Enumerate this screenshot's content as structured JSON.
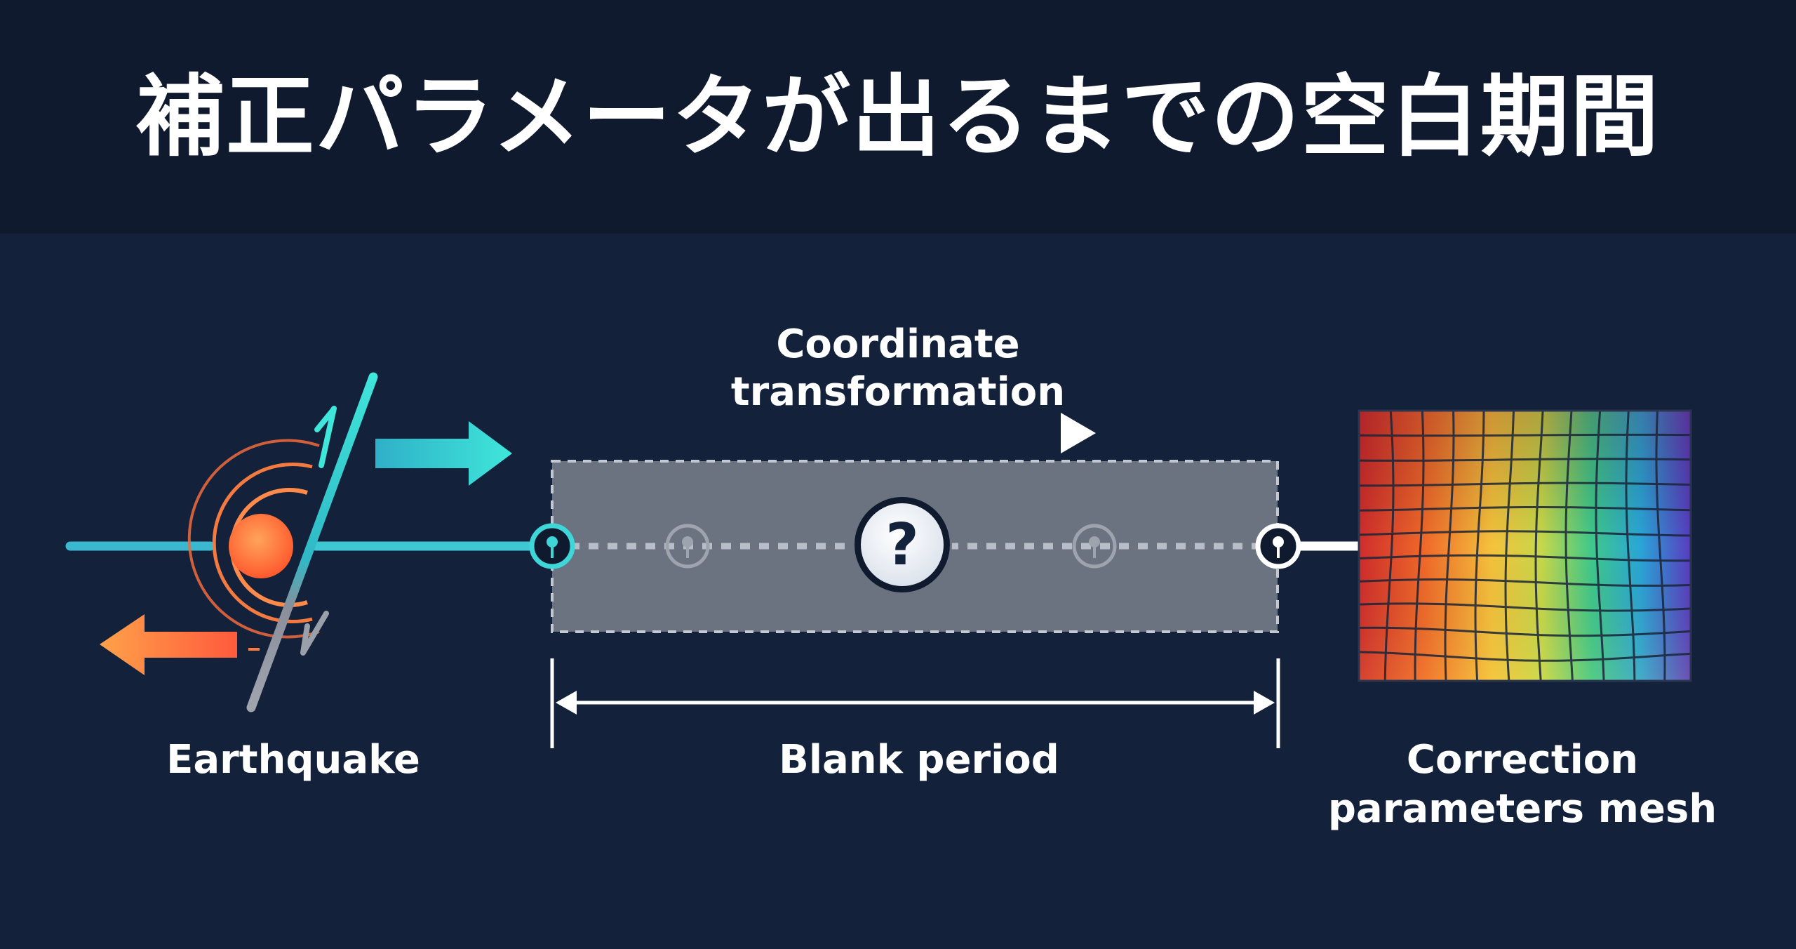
{
  "title": "補正パラメータが出るまでの空白期間",
  "labels": {
    "earthquake": "Earthquake",
    "coordinate_line1": "Coordinate",
    "coordinate_line2": "transformation",
    "blank_period": "Blank period",
    "correction_line1": "Correction",
    "correction_line2": "parameters mesh",
    "question": "?"
  },
  "icons": {
    "earthquake": "earthquake-fault-icon",
    "question": "question-mark-icon",
    "milestone": "map-pin-icon",
    "mesh": "color-gradient-grid-icon"
  },
  "colors": {
    "background": "#13213a",
    "header_background": "#0f1a2e",
    "accent_teal": "#2fd6d2",
    "accent_orange": "#ff7a3d",
    "blank_box": "#6b7380"
  }
}
